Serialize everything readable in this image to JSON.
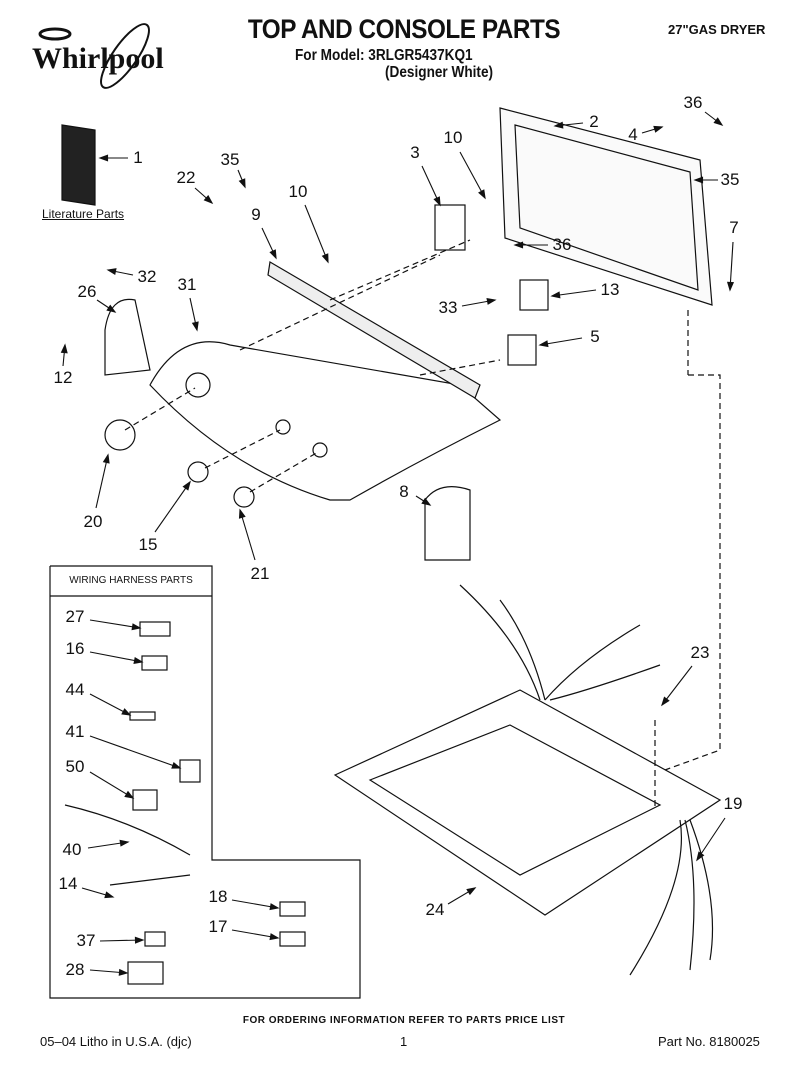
{
  "header": {
    "brand": "Whirlpool",
    "title": "TOP AND CONSOLE PARTS",
    "model": "For Model: 3RLGR5437KQ1",
    "variant": "(Designer White)",
    "product": "27\"GAS DRYER"
  },
  "literature_label": "Literature Parts",
  "wiring_box_title": "WIRING HARNESS PARTS",
  "callouts": [
    "1",
    "35",
    "22",
    "10",
    "9",
    "3",
    "10",
    "2",
    "36",
    "4",
    "35",
    "7",
    "36",
    "33",
    "13",
    "5",
    "32",
    "26",
    "31",
    "12",
    "20",
    "15",
    "21",
    "8",
    "23",
    "19",
    "24",
    "27",
    "16",
    "44",
    "41",
    "50",
    "40",
    "14",
    "37",
    "28",
    "18",
    "17"
  ],
  "footer": {
    "ordering": "FOR ORDERING INFORMATION REFER TO PARTS PRICE LIST",
    "litho": "05–04 Litho in U.S.A. (djc)",
    "page": "1",
    "part_no": "Part No. 8180025"
  }
}
